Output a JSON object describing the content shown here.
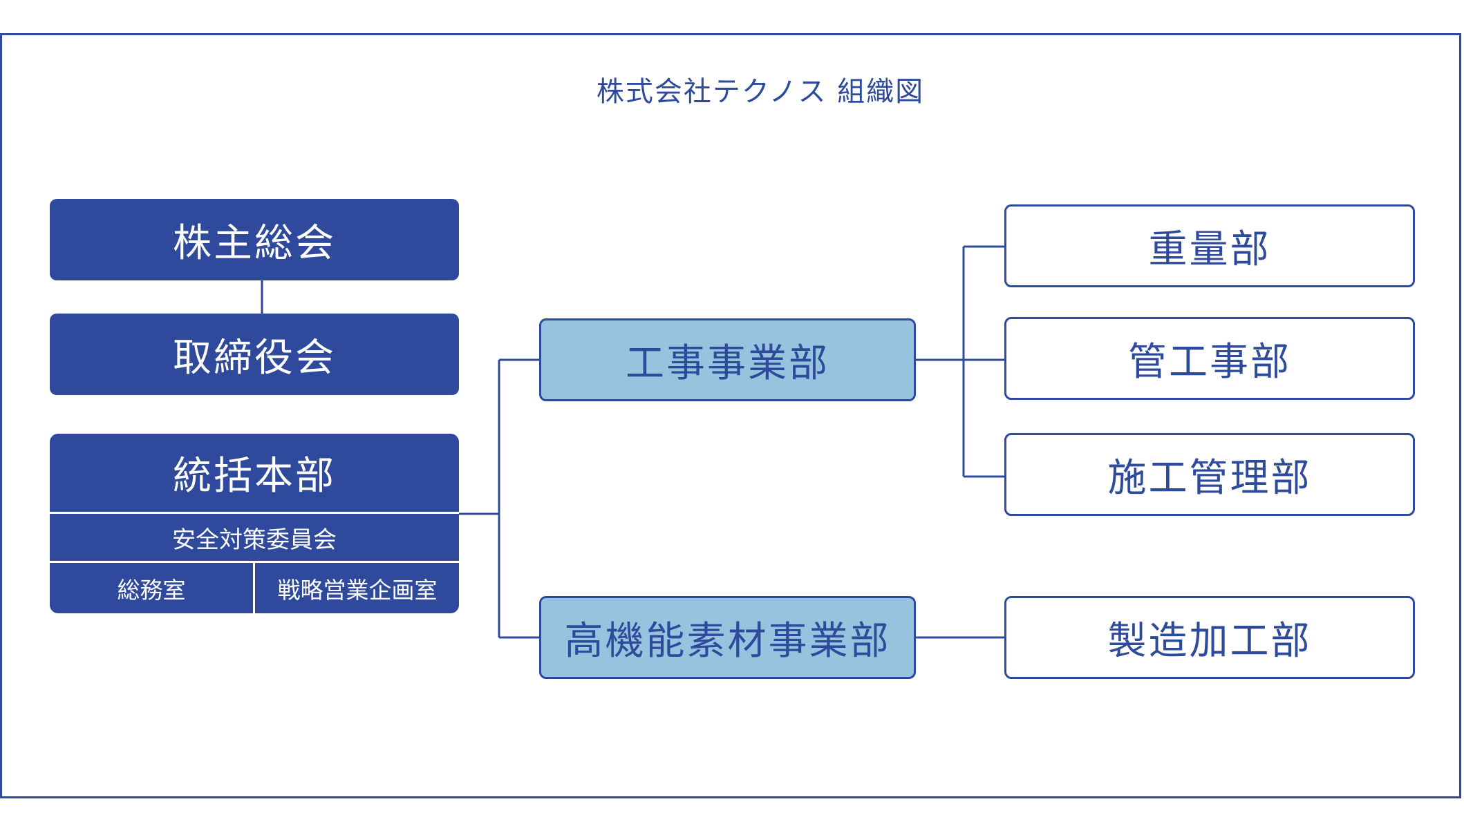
{
  "title": "株式会社テクノス 組織図",
  "governance": {
    "shareholders": "株主総会",
    "board": "取締役会"
  },
  "headquarters": {
    "name": "統括本部",
    "committee": "安全対策委員会",
    "general_affairs": "総務室",
    "strategy": "戦略営業企画室"
  },
  "divisions": {
    "construction": "工事事業部",
    "materials": "高機能素材事業部"
  },
  "departments": {
    "heavy": "重量部",
    "pipe": "管工事部",
    "management": "施工管理部",
    "manufacturing": "製造加工部"
  },
  "colors": {
    "navy": "#2f4a9c",
    "light_blue": "#98c3de",
    "white": "#ffffff"
  }
}
